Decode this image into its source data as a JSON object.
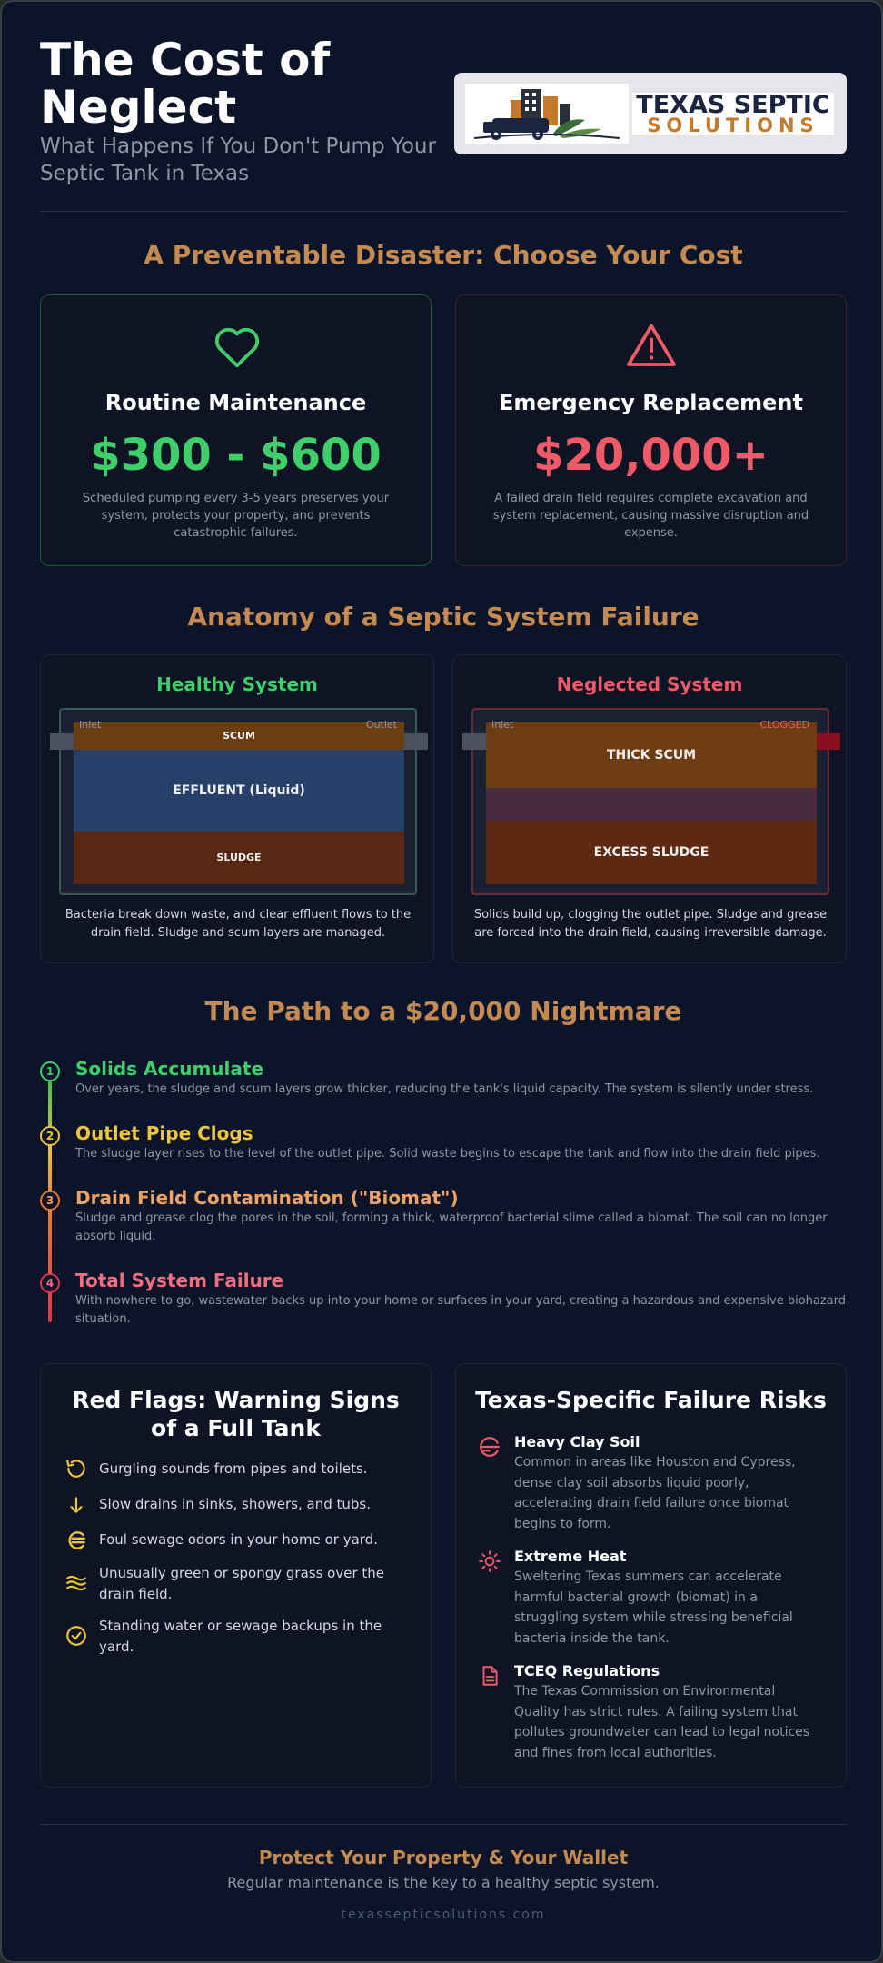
{
  "header": {
    "title": "The Cost of Neglect",
    "subtitle": "What Happens If You Don't Pump Your Septic Tank in Texas",
    "logo_line1": "TEXAS SEPTIC",
    "logo_line2": "SOLUTIONS"
  },
  "cost_section": {
    "title": "A Preventable Disaster: Choose Your Cost",
    "maintenance": {
      "icon": "heart-icon",
      "title": "Routine Maintenance",
      "amount": "$300 - $600",
      "desc": "Scheduled pumping every 3-5 years preserves your system, protects your property, and prevents catastrophic failures.",
      "color": "#3fcf6a"
    },
    "replacement": {
      "icon": "warning-icon",
      "title": "Emergency Replacement",
      "amount": "$20,000+",
      "desc": "A failed drain field requires complete excavation and system replacement, causing massive disruption and expense.",
      "color": "#ee5a67"
    }
  },
  "anatomy": {
    "title": "Anatomy of a Septic System Failure",
    "healthy": {
      "title": "Healthy System",
      "inlet": "Inlet",
      "outlet": "Outlet",
      "scum": "SCUM",
      "effluent": "EFFLUENT (Liquid)",
      "sludge": "SLUDGE",
      "desc": "Bacteria break down waste, and clear effluent flows to the drain field. Sludge and scum layers are managed."
    },
    "neglected": {
      "title": "Neglected System",
      "inlet": "Inlet",
      "outlet": "CLOGGED",
      "scum": "THICK SCUM",
      "sludge": "EXCESS SLUDGE",
      "desc": "Solids build up, clogging the outlet pipe. Sludge and grease are forced into the drain field, causing irreversible damage."
    }
  },
  "path": {
    "title": "The Path to a $20,000 Nightmare",
    "steps": [
      {
        "num": "1",
        "title": "Solids Accumulate",
        "text": "Over years, the sludge and scum layers grow thicker, reducing the tank's liquid capacity. The system is silently under stress.",
        "color": "#3fcf6a"
      },
      {
        "num": "2",
        "title": "Outlet Pipe Clogs",
        "text": "The sludge layer rises to the level of the outlet pipe. Solid waste begins to escape the tank and flow into the drain field pipes.",
        "color": "#eec43b"
      },
      {
        "num": "3",
        "title": "Drain Field Contamination (\"Biomat\")",
        "text": "Sludge and grease clog the pores in the soil, forming a thick, waterproof bacterial slime called a biomat. The soil can no longer absorb liquid.",
        "color": "#f0a060"
      },
      {
        "num": "4",
        "title": "Total System Failure",
        "text": "With nowhere to go, wastewater backs up into your home or surfaces in your yard, creating a hazardous and expensive biohazard situation.",
        "color": "#ef6e80"
      }
    ]
  },
  "red_flags": {
    "title": "Red Flags: Warning Signs of a Full Tank",
    "items": [
      {
        "icon": "rotate-icon",
        "text": "Gurgling sounds from pipes and toilets."
      },
      {
        "icon": "arrow-down-icon",
        "text": "Slow drains in sinks, showers, and tubs."
      },
      {
        "icon": "odor-icon",
        "text": "Foul sewage odors in your home or yard."
      },
      {
        "icon": "waves-icon",
        "text": "Unusually green or spongy grass over the drain field."
      },
      {
        "icon": "check-circle-icon",
        "text": "Standing water or sewage backups in the yard."
      }
    ]
  },
  "texas_risks": {
    "title": "Texas-Specific Failure Risks",
    "items": [
      {
        "icon": "soil-icon",
        "title": "Heavy Clay Soil",
        "text": "Common in areas like Houston and Cypress, dense clay soil absorbs liquid poorly, accelerating drain field failure once biomat begins to form."
      },
      {
        "icon": "sun-icon",
        "title": "Extreme Heat",
        "text": "Sweltering Texas summers can accelerate harmful bacterial growth (biomat) in a struggling system while stressing beneficial bacteria inside the tank."
      },
      {
        "icon": "document-icon",
        "title": "TCEQ Regulations",
        "text": "The Texas Commission on Environmental Quality has strict rules. A failing system that pollutes groundwater can lead to legal notices and fines from local authorities."
      }
    ]
  },
  "footer": {
    "title": "Protect Your Property & Your Wallet",
    "subtitle": "Regular maintenance is the key to a healthy septic system.",
    "url": "texassepticsolutions.com"
  }
}
